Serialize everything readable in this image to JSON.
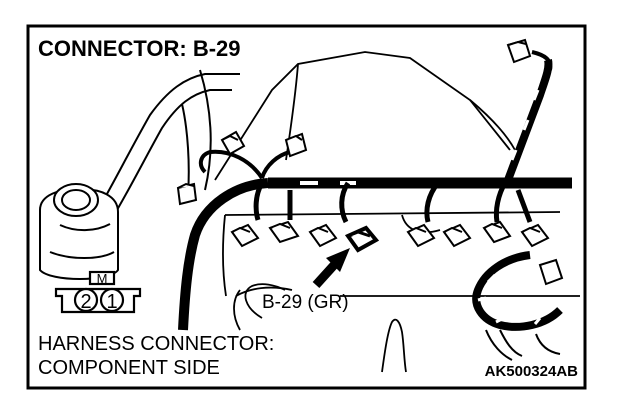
{
  "diagram": {
    "title": "CONNECTOR: B-29",
    "connector_callout": "B-29 (GR)",
    "terminal_box_letter": "M",
    "terminals": [
      "2",
      "1"
    ],
    "caption_line1": "HARNESS CONNECTOR:",
    "caption_line2": "COMPONENT SIDE",
    "figure_code": "AK500324AB"
  }
}
